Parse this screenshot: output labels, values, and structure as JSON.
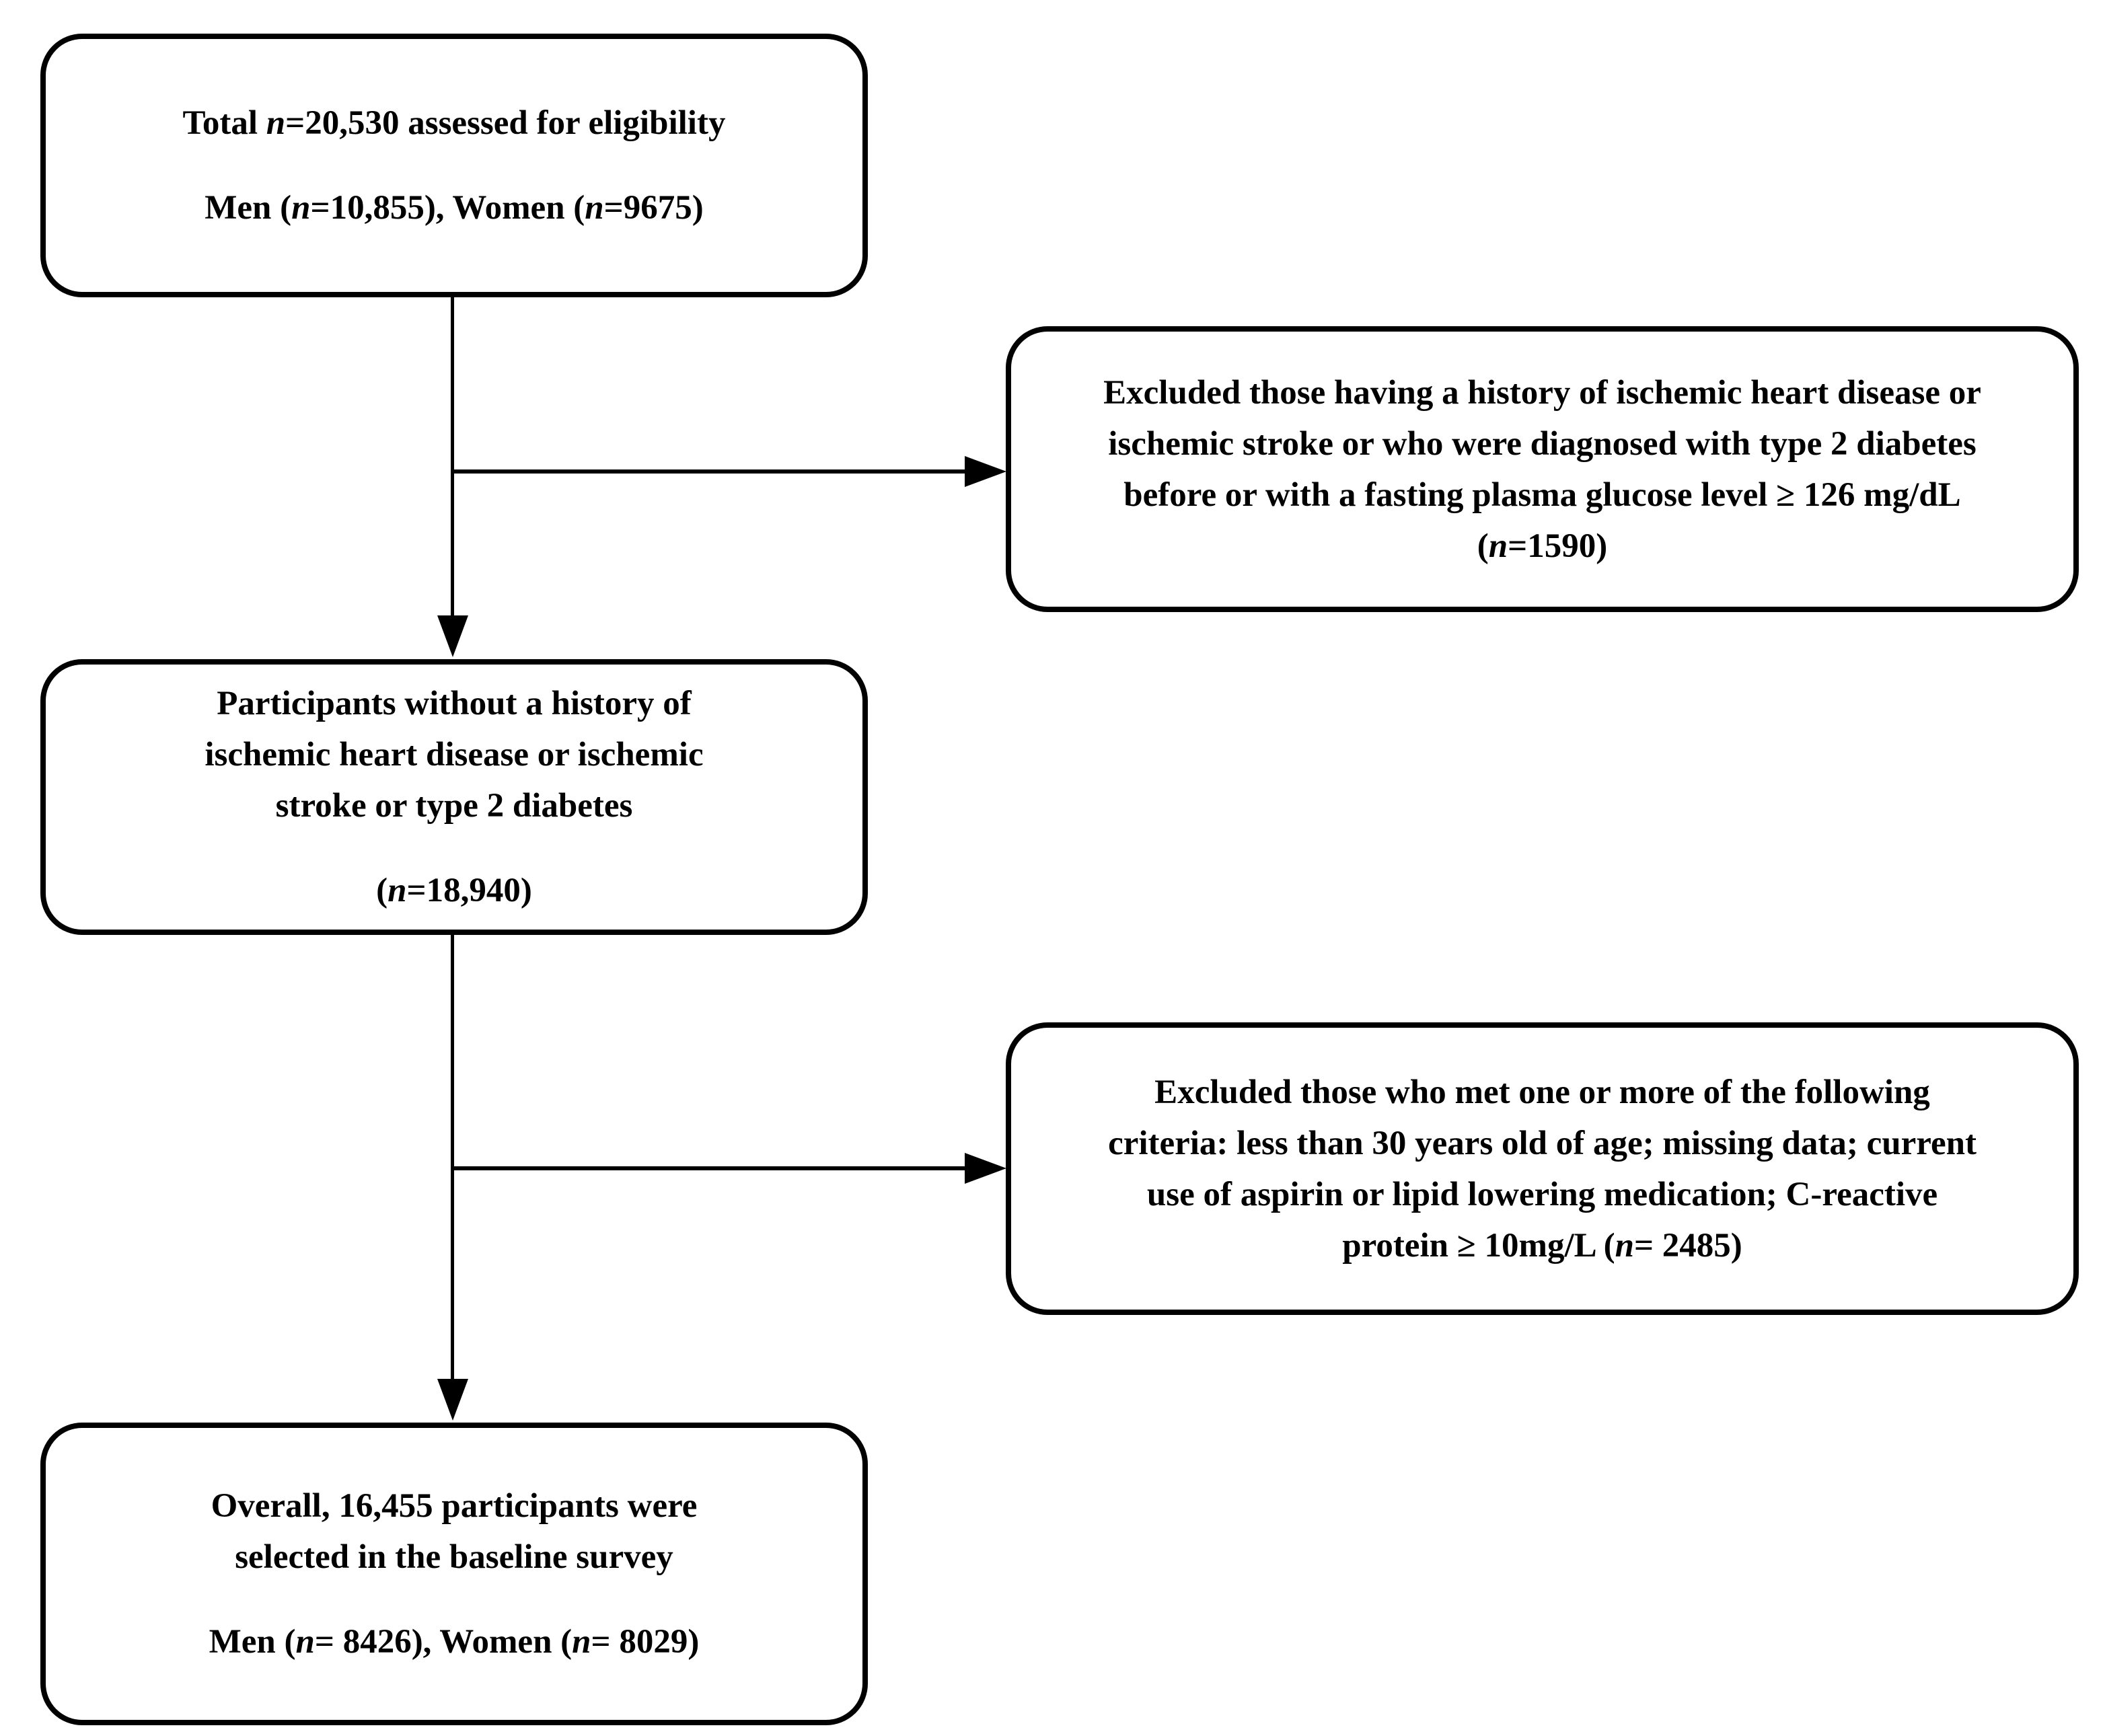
{
  "figure": {
    "colors": {
      "background": "#ffffff",
      "box_border": "#000000",
      "text": "#000000",
      "connector": "#000000"
    }
  },
  "boxes": {
    "assessed": {
      "lines": [
        "Total *n*=20,530 assessed for eligibility",
        "",
        "Men (*n*=10,855), Women (*n*=9675)"
      ]
    },
    "exclusion1": {
      "lines": [
        "Excluded those having a history of ischemic heart disease or",
        "ischemic stroke or who were diagnosed with type 2 diabetes",
        "before or with a fasting plasma glucose level ≥ 126 mg/dL",
        "(*n*=1590)"
      ]
    },
    "participants": {
      "lines": [
        "Participants without a history of",
        "ischemic heart disease or ischemic",
        "stroke or type 2 diabetes",
        "",
        "(*n*=18,940)"
      ]
    },
    "exclusion2": {
      "lines": [
        "Excluded those who met one or more of the following",
        "criteria: less than 30 years old of age; missing data; current",
        "use of aspirin or lipid lowering medication; C-reactive",
        "protein ≥ 10mg/L (*n*= 2485)"
      ]
    },
    "overall": {
      "lines": [
        "Overall, 16,455 participants were",
        "selected in the baseline survey",
        "",
        "Men (*n*= 8426), Women (*n*= 8029)"
      ]
    }
  }
}
